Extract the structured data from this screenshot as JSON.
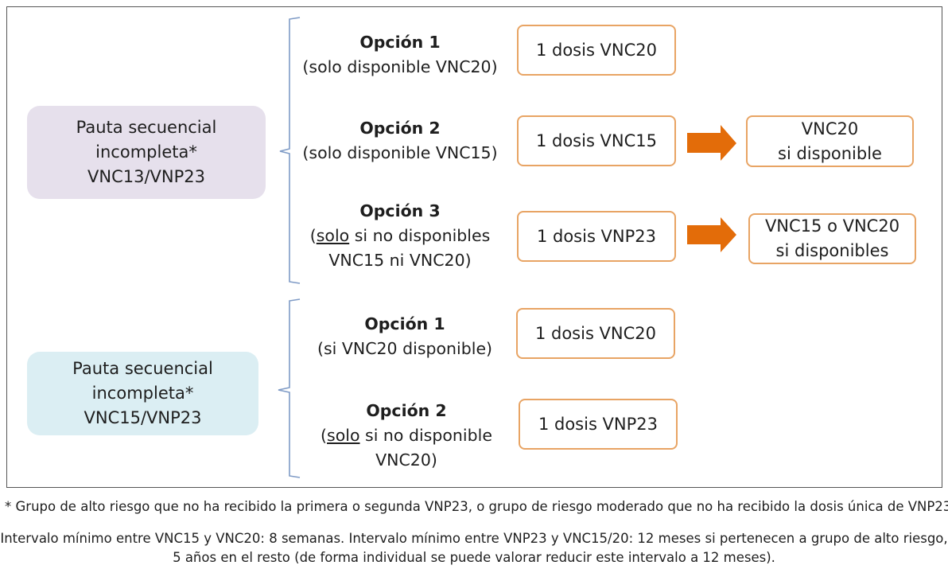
{
  "groups": [
    {
      "lines": [
        "Pauta secuencial",
        "incompleta*",
        "VNC13/VNP23"
      ],
      "color": "#e6e0ec",
      "options": [
        {
          "title": "Opción 1",
          "paren_open": "(",
          "underlined": "",
          "rest1": "solo disponible VNC20)",
          "line2": "",
          "dose": "1 dosis VNC20",
          "next": []
        },
        {
          "title": "Opción 2",
          "paren_open": "(",
          "underlined": "",
          "rest1": "solo disponible VNC15)",
          "line2": "",
          "dose": "1 dosis VNC15",
          "next": [
            "VNC20",
            "si disponible"
          ]
        },
        {
          "title": "Opción 3",
          "paren_open": "(",
          "underlined": "solo",
          "rest1": " si no disponibles",
          "line2": "VNC15 ni VNC20)",
          "dose": "1 dosis VNP23",
          "next": [
            "VNC15 o VNC20",
            "si disponibles"
          ]
        }
      ]
    },
    {
      "lines": [
        "Pauta secuencial",
        "incompleta*",
        "VNC15/VNP23"
      ],
      "color": "#dbeef3",
      "options": [
        {
          "title": "Opción 1",
          "paren_open": "(",
          "underlined": "",
          "rest1": "si VNC20 disponible)",
          "line2": "",
          "dose": "1 dosis VNC20",
          "next": []
        },
        {
          "title": "Opción 2",
          "paren_open": "(",
          "underlined": "solo",
          "rest1": " si no disponible",
          "line2": "VNC20)",
          "dose": "1 dosis VNP23",
          "next": []
        }
      ]
    }
  ],
  "footnote": "* Grupo de alto riesgo que no ha recibido la primera o segunda VNP23, o grupo de riesgo moderado que no ha recibido la dosis única de VNP23",
  "interval_note": {
    "line1": "Intervalo mínimo entre VNC15 y VNC20: 8 semanas. Intervalo mínimo entre VNP23 y VNC15/20: 12 meses si pertenecen a grupo de alto riesgo,",
    "line2": "5 años en el resto (de forma individual se puede valorar reducir este intervalo a 12 meses)."
  },
  "colors": {
    "dose_border": "#e8a464",
    "arrow": "#e36c09",
    "bracket": "#7f9bc6"
  }
}
